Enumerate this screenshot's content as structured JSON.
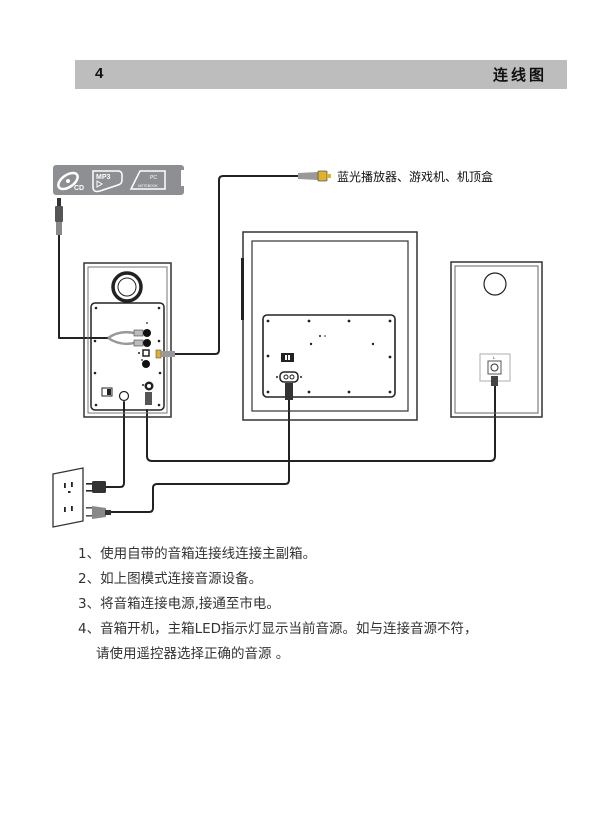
{
  "header": {
    "page_number": "4",
    "section_title": "连线图"
  },
  "diagram": {
    "source_icons": [
      {
        "name": "cd-icon",
        "label": "CD"
      },
      {
        "name": "mp3-icon",
        "label": "MP3"
      },
      {
        "name": "pc-notebook-icon",
        "label": "PC",
        "sublabel": "NOTEBOOK"
      }
    ],
    "source_device_label": "蓝光播放器、游戏机、机顶盒",
    "satellite_channel_label": "L"
  },
  "instructions": [
    {
      "num": "1、",
      "text": "使用自带的音箱连接线连接主副箱。"
    },
    {
      "num": "2、",
      "text": "如上图模式连接音源设备。"
    },
    {
      "num": "3、",
      "text": "将音箱连接电源,接通至市电。"
    },
    {
      "num": "4、",
      "text": "音箱开机，主箱LED指示灯显示当前音源。如与连接音源不符，",
      "continuation": "请使用遥控器选择正确的音源 。"
    }
  ],
  "colors": {
    "header_bg": "#bdbdbe",
    "source_bar_bg": "#8e8f93",
    "connector_gold": "#e0b030",
    "line": "#222222"
  }
}
